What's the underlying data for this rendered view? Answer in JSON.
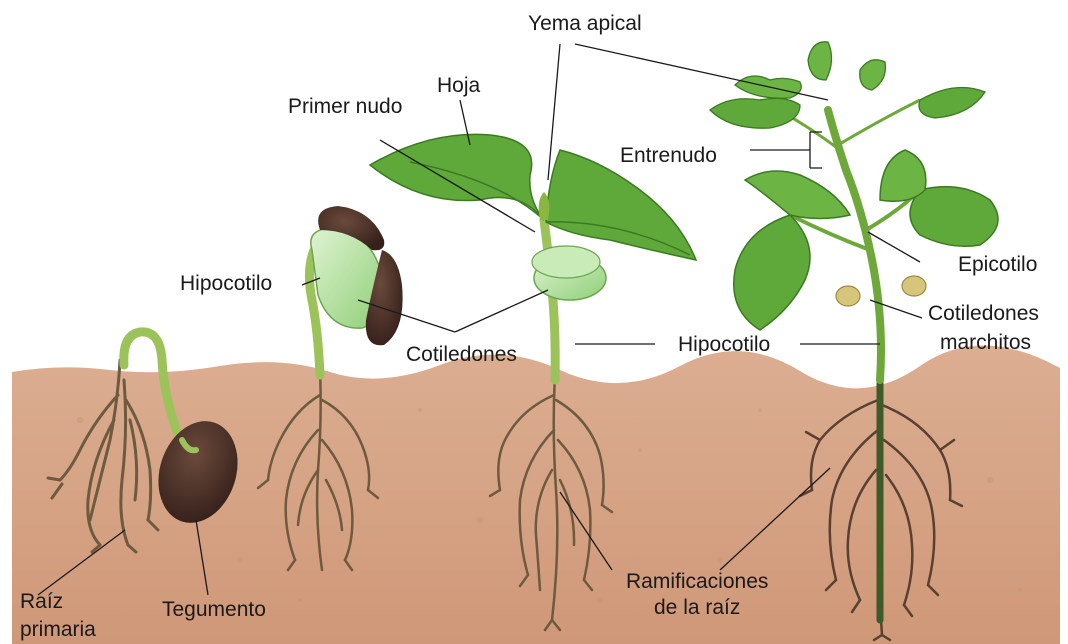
{
  "diagram": {
    "colors": {
      "soil": "#d9a88a",
      "soil_dark": "#c98e70",
      "leaf": "#5fa83a",
      "leaf_dark": "#3c7a22",
      "stem": "#8bb640",
      "seed": "#4a2f25",
      "cotyledon": "#b9e3a8",
      "root": "#5a4030"
    },
    "labels": {
      "yema_apical": "Yema apical",
      "hoja": "Hoja",
      "primer_nudo": "Primer nudo",
      "entrenudo": "Entrenudo",
      "hipocotilo_1": "Hipocotilo",
      "epicotilo": "Epicotilo",
      "cotiledones_marchitos_1": "Cotiledones",
      "cotiledones_marchitos_2": "marchitos",
      "cotiledones": "Cotiledones",
      "hipocotilo_2": "Hipocotilo",
      "raiz_primaria_1": "Raíz",
      "raiz_primaria_2": "primaria",
      "tegumento": "Tegumento",
      "ramificaciones_1": "Ramificaciones",
      "ramificaciones_2": "de la raíz"
    }
  }
}
